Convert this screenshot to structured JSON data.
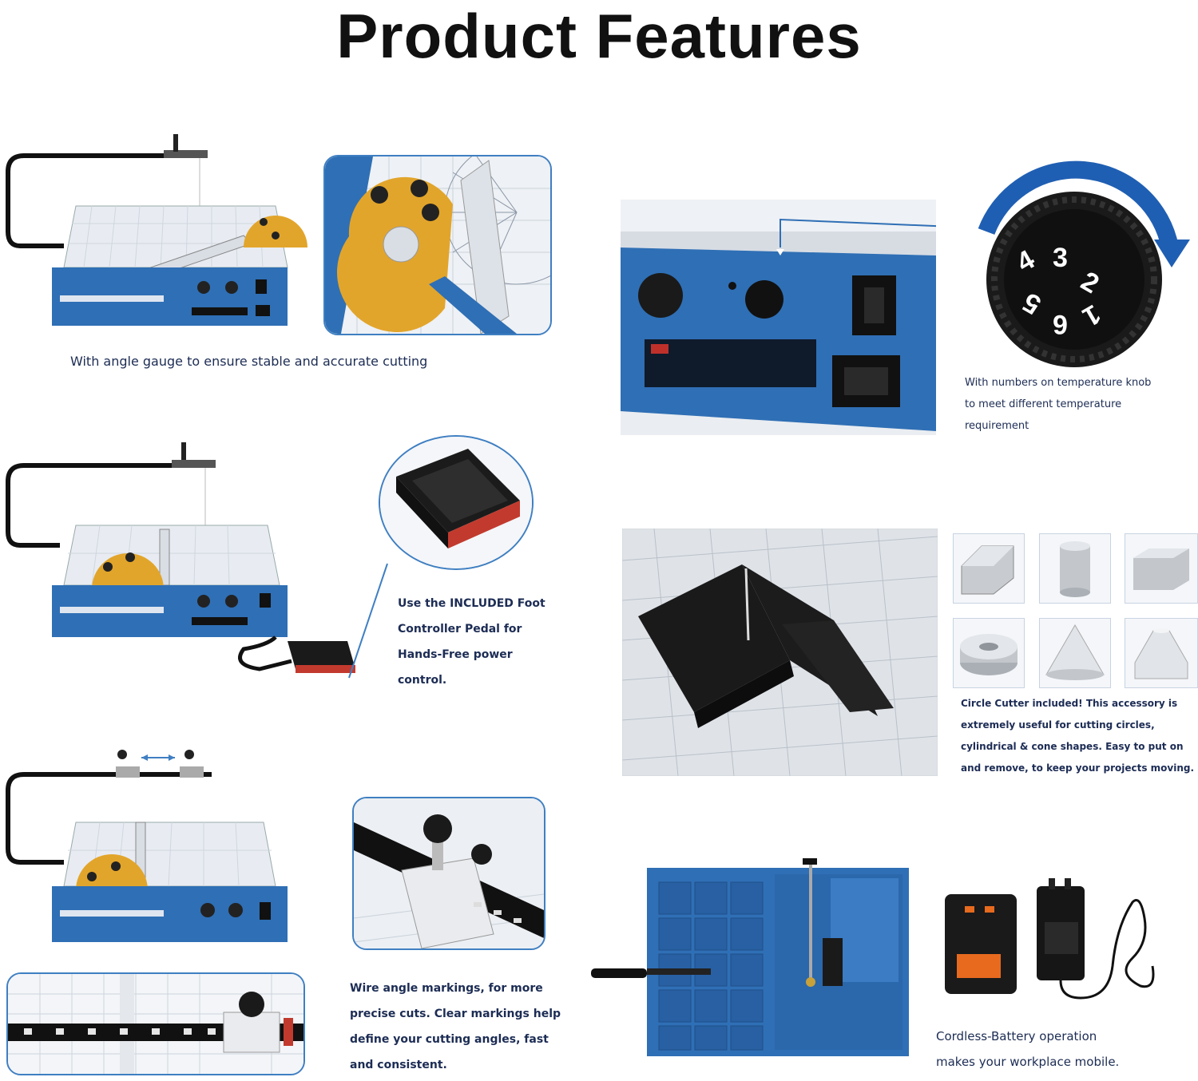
{
  "header": {
    "title": "Product Features"
  },
  "features": {
    "angle_gauge": {
      "caption": "With angle gauge to ensure stable and accurate cutting"
    },
    "temperature": {
      "caption_lines": [
        "With numbers on temperature knob",
        "to meet different temperature",
        "requirement"
      ],
      "knob_numbers": [
        "4",
        "3",
        "2",
        "5",
        "1",
        "6"
      ]
    },
    "foot_pedal": {
      "caption_lines": [
        "Use the INCLUDED Foot",
        "Controller Pedal for",
        "Hands-Free power",
        "control."
      ]
    },
    "circle_cutter": {
      "caption_lines": [
        "Circle Cutter included! This accessory is",
        "extremely useful for cutting circles,",
        "cylindrical & cone shapes. Easy to put on",
        "and remove, to keep your projects moving."
      ],
      "shapes": [
        "beveled-block",
        "cylinder",
        "block",
        "ring",
        "cone",
        "truncated-cone"
      ]
    },
    "wire_angle": {
      "caption_lines": [
        "Wire angle markings, for more",
        "precise cuts. Clear markings help",
        "define your cutting angles, fast",
        "and consistent."
      ]
    },
    "cordless": {
      "caption_lines": [
        "Cordless-Battery operation",
        "makes your workplace mobile."
      ]
    }
  },
  "colors": {
    "machine_blue": "#2f6fb5",
    "frame_blue": "#3f7fc2",
    "gauge_gold": "#e2a52b",
    "text_navy": "#1c2c54"
  }
}
